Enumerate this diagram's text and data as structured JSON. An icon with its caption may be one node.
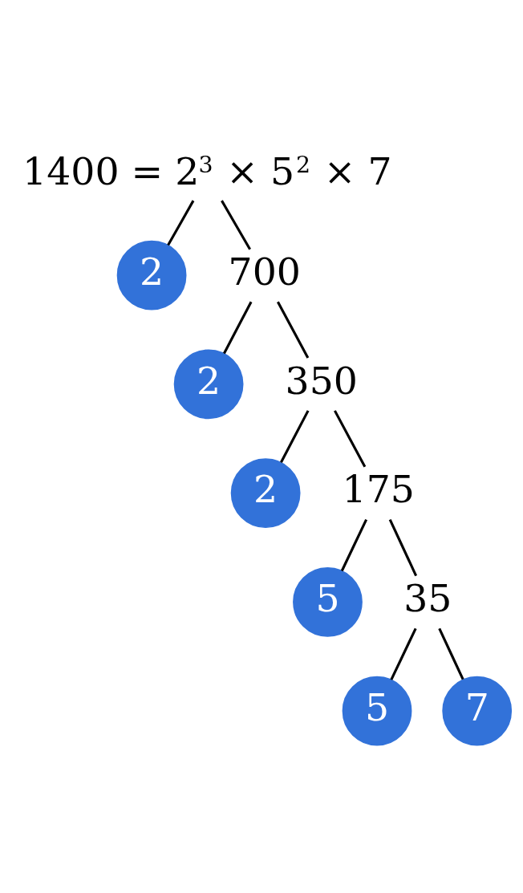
{
  "diagram": {
    "nodes": [
      {
        "text": [
          "1400 = 2$^{3}$ × 5$^{2}$ × 7"
        ]
      },
      {
        "text": [
          "2"
        ]
      },
      {
        "text": [
          "700"
        ]
      },
      {
        "text": [
          "2"
        ]
      },
      {
        "text": [
          "350"
        ]
      },
      {
        "text": [
          "2"
        ]
      },
      {
        "text": [
          "175"
        ]
      },
      {
        "text": [
          "5"
        ]
      },
      {
        "text": [
          "35"
        ]
      },
      {
        "text": [
          "5"
        ]
      },
      {
        "text": [
          "7"
        ]
      }
    ],
    "edges": [
      {
        "from": 0,
        "to": 1,
        "arrow": "none"
      },
      {
        "from": 0,
        "to": 2,
        "arrow": "none"
      },
      {
        "from": 2,
        "to": 3,
        "arrow": "none"
      },
      {
        "from": 2,
        "to": 4,
        "arrow": "none"
      },
      {
        "from": 4,
        "to": 5,
        "arrow": "none"
      },
      {
        "from": 4,
        "to": 6,
        "arrow": "none"
      },
      {
        "from": 6,
        "to": 7,
        "arrow": "none"
      },
      {
        "from": 6,
        "to": 8,
        "arrow": "none"
      },
      {
        "from": 8,
        "to": 9,
        "arrow": "none"
      },
      {
        "from": 8,
        "to": 10,
        "arrow": "none"
      }
    ]
  }
}
